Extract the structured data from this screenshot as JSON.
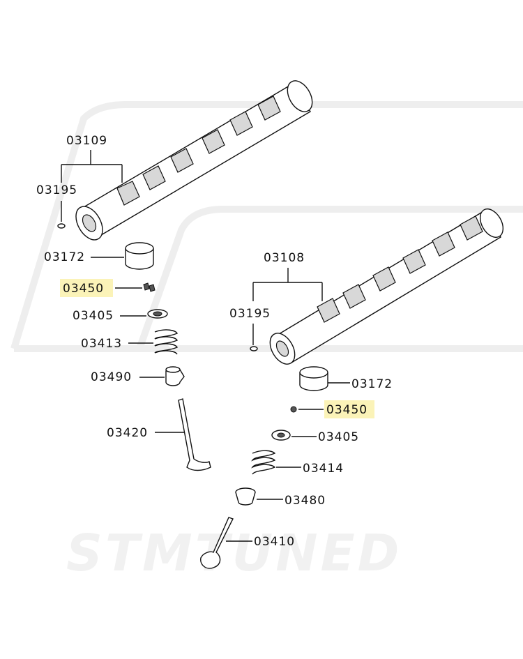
{
  "watermark": {
    "text": "STMTUNED"
  },
  "labels": {
    "exhaust_camshaft": "03109",
    "exhaust_cam_pin": "03195",
    "exhaust_lifter": "03172",
    "exhaust_keeper": "03450",
    "exhaust_retainer": "03405",
    "exhaust_spring": "03413",
    "exhaust_seal": "03490",
    "exhaust_valve": "03420",
    "intake_camshaft": "03108",
    "intake_cam_pin": "03195",
    "intake_lifter": "03172",
    "intake_keeper": "03450",
    "intake_retainer": "03405",
    "intake_spring": "03414",
    "intake_seal": "03480",
    "intake_valve": "03410"
  },
  "colors": {
    "highlight": "#fbf3b8",
    "line": "#111111",
    "watermark": "#eeeeee"
  }
}
